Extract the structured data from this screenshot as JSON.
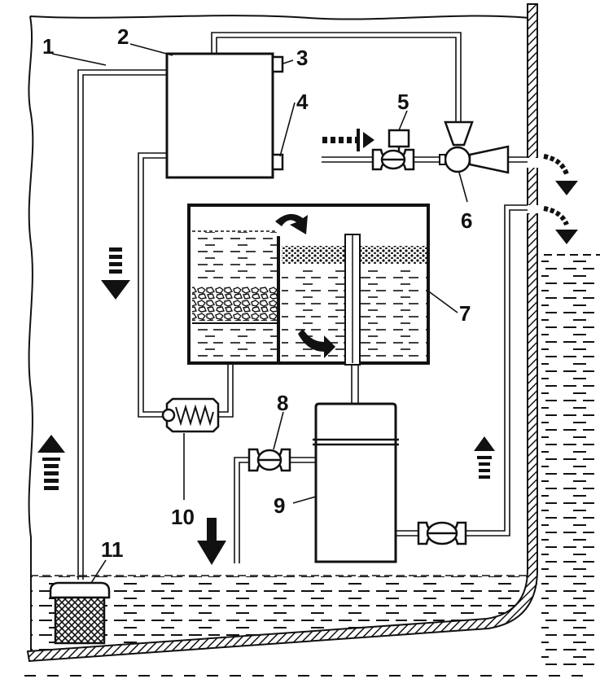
{
  "labels": {
    "n1": "1",
    "n2": "2",
    "n3": "3",
    "n4": "4",
    "n5": "5",
    "n6": "6",
    "n7": "7",
    "n8": "8",
    "n9": "9",
    "n10": "10",
    "n11": "11"
  },
  "colors": {
    "ink": "#111111",
    "paper": "#ffffff"
  }
}
